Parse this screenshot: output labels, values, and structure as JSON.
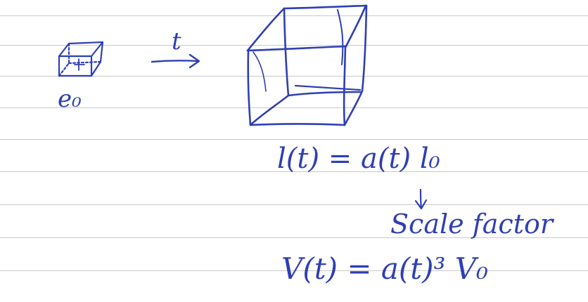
{
  "note": {
    "small_cube_label": "e₀",
    "arrow_label": "t",
    "equation_length": "l(t) = a(t) l₀",
    "down_arrow": "↓",
    "scale_factor_label": "Scale factor",
    "equation_volume": "V(t) = a(t)³ V₀"
  },
  "colors": {
    "ink": "#2f3fb3",
    "paper": "#ffffff",
    "rule": "#c9c9c9"
  }
}
